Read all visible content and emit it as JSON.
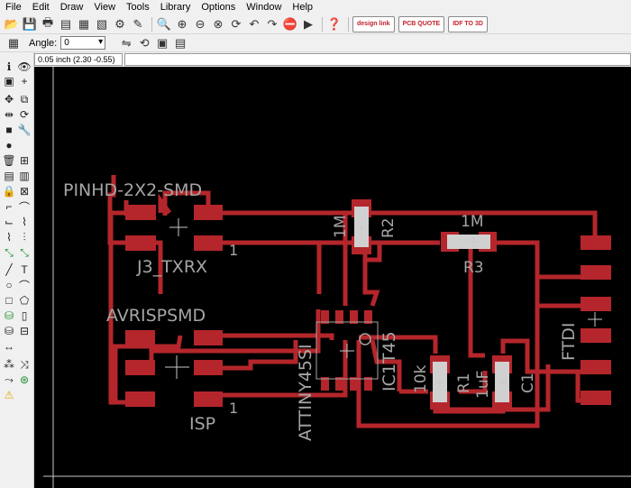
{
  "menu": [
    "File",
    "Edit",
    "Draw",
    "View",
    "Tools",
    "Library",
    "Options",
    "Window",
    "Help"
  ],
  "toolbar": {
    "badges": [
      {
        "name": "design-link-button",
        "text": "design link"
      },
      {
        "name": "pcb-quote-button",
        "text": "PCB QUOTE"
      },
      {
        "name": "idf-to-3d-button",
        "text": "IDF TO 3D"
      }
    ]
  },
  "params": {
    "angle_label": "Angle:",
    "angle_value": "0"
  },
  "coord": {
    "readout": "0.05 inch (2.30 -0.55)"
  },
  "colors": {
    "board": "#000000",
    "copper": "#b4262b",
    "text": "#a5a5a5"
  },
  "board": {
    "labels": {
      "j3_value": "PINHD-2X2-SMD",
      "j3_name": "J3_TXRX",
      "isp_value": "AVRISPSMD",
      "isp_name": "ISP",
      "ic_value": "ATTINY45SI",
      "ic_name": "IC1T45",
      "r2_value": "1M",
      "r2_name": "R2",
      "r3_value": "1M",
      "r3_name": "R3",
      "r1_value": "10k",
      "r1_name": "R1",
      "c1_value": "1uF",
      "c1_name": "C1",
      "ftdi_name": "FTDI",
      "pin1_j3": "1",
      "pin1_isp": "1"
    }
  }
}
